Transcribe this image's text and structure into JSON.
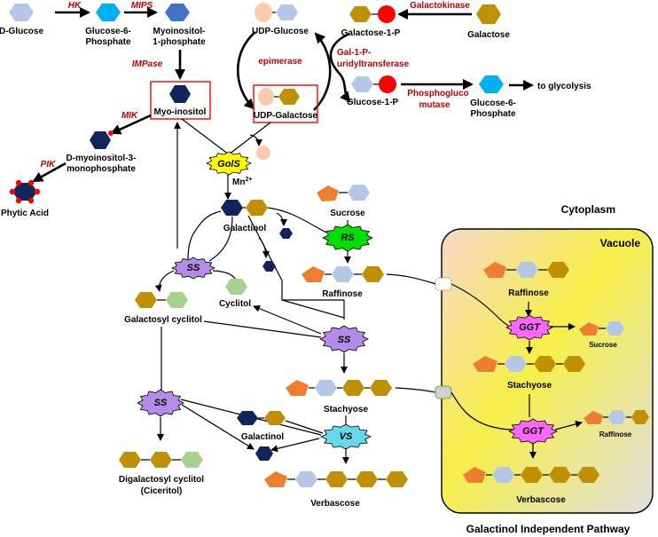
{
  "colors": {
    "glucose_light": "#b4c7e7",
    "glucose6p": "#00b0f0",
    "myoinositol_p": "#4472c4",
    "inositol_dark": "#10255a",
    "galactose_gold": "#bf9000",
    "udp_peach": "#f8cbad",
    "phosphate_red": "#ff0000",
    "fructose_orange": "#ed7d31",
    "cyclitol_green": "#a9d18e",
    "gols_yellow": "#ffff00",
    "rs_green": "#00e000",
    "ss_purple": "#b48be8",
    "vs_cyan": "#66d9e8",
    "ggt_pink": "#ff66ff",
    "enzyme_red": "#c00000",
    "box_red": "#ff0000"
  },
  "labels": {
    "d_glucose": "D-Glucose",
    "glucose6p_a": "Glucose-6-",
    "glucose6p_b": "Phosphate",
    "myoinositol1p_a": "Myoinositol-",
    "myoinositol1p_b": "1-phosphate",
    "udp_glucose": "UDP-Glucose",
    "galactose1p": "Galactose-1-P",
    "galactose": "Galactose",
    "myo_inositol": "Myo-inositol",
    "udp_galactose": "UDP-Galactose",
    "glucose1p": "Glucose-1-P",
    "glucose6p2_a": "Glucose-6-",
    "glucose6p2_b": "Phosphate",
    "to_glycolysis": "to glycolysis",
    "dmyo3p_a": "D-myoinositol-3-",
    "dmyo3p_b": "monophosphate",
    "phytic_acid": "Phytic Acid",
    "mn": "Mn",
    "mn_sup": "2+",
    "galactinol": "Galactinol",
    "sucrose": "Sucrose",
    "raffinose": "Raffinose",
    "cytoplasm": "Cytoplasm",
    "vacuole": "Vacuole",
    "galactosyl_cyclitol": "Galactosyl cyclitol",
    "cyclitol": "Cyclitol",
    "stachyose": "Stachyose",
    "galactinol_small": "Galactinol",
    "digalactosyl_a": "Digalactosyl cyclitol",
    "digalactosyl_b": "(Ciceritol)",
    "verbascose": "Verbascose",
    "v_raffinose": "Raffinose",
    "v_sucrose": "Sucrose",
    "v_stachyose": "Stachyose",
    "v_raffinose_small": "Raffinose",
    "v_verbascose": "Verbascose",
    "independent_pathway": "Galactinol Independent Pathway"
  },
  "enzymes": {
    "hk": "HK",
    "mips": "MIPS",
    "galactokinase": "Galactokinase",
    "impase": "IMPase",
    "epimerase": "epimerase",
    "gal1p_a": "Gal-1-P-",
    "gal1p_b": "uridyltransferase",
    "phosphogluco_a": "Phosphogluco",
    "phosphogluco_b": "mutase",
    "mik": "MIK",
    "pik": "PIK",
    "gols": "GolS",
    "rs": "RS",
    "ss1": "SS",
    "ss2": "SS",
    "ss3": "SS",
    "vs": "VS",
    "ggt1": "GGT",
    "ggt2": "GGT"
  }
}
